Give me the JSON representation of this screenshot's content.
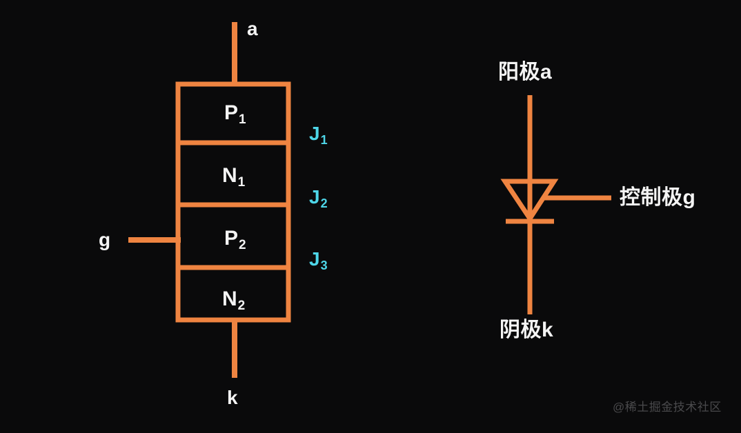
{
  "background_color": "#0a0a0b",
  "colors": {
    "orange": "#ef8441",
    "cyan": "#4ed6e8",
    "white": "#f4f4f4",
    "watermark": "#4a4a4c"
  },
  "left_diagram": {
    "title_hint": "four-layer PNPN thyristor structure",
    "terminals": {
      "anode": "a",
      "gate": "g",
      "cathode": "k"
    },
    "layers": [
      {
        "letter": "P",
        "subscript": "1"
      },
      {
        "letter": "N",
        "subscript": "1"
      },
      {
        "letter": "P",
        "subscript": "2"
      },
      {
        "letter": "N",
        "subscript": "2"
      }
    ],
    "junctions": [
      {
        "letter": "J",
        "subscript": "1"
      },
      {
        "letter": "J",
        "subscript": "2"
      },
      {
        "letter": "J",
        "subscript": "3"
      }
    ]
  },
  "right_diagram": {
    "title_hint": "thyristor schematic symbol",
    "anode_label": "阳极a",
    "gate_label": "控制极g",
    "cathode_label": "阴极k"
  },
  "watermark": "@稀土掘金技术社区"
}
